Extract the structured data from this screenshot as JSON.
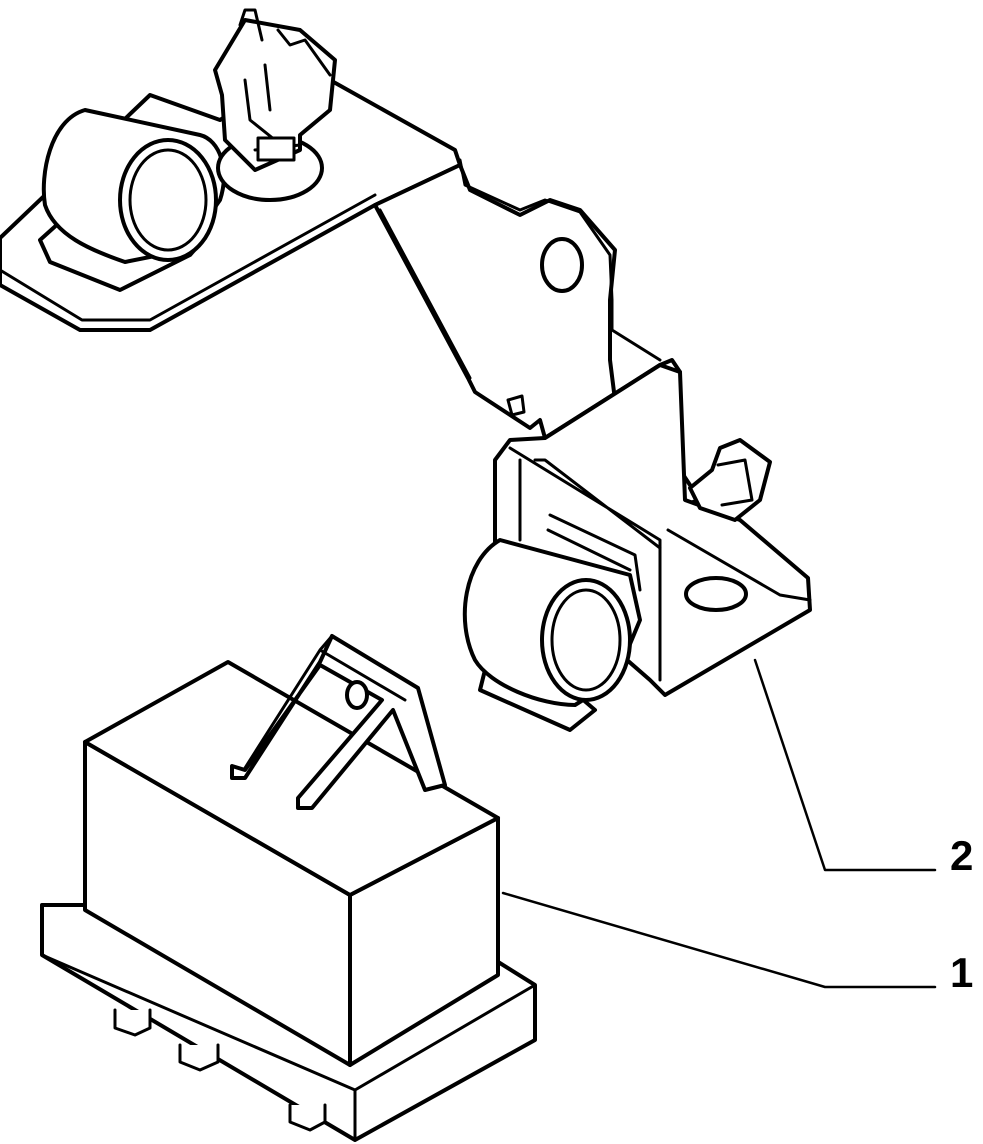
{
  "callouts": [
    {
      "id": "1",
      "label": "1"
    },
    {
      "id": "2",
      "label": "2"
    }
  ],
  "colors": {
    "line": "#000000",
    "paper": "#ffffff"
  }
}
